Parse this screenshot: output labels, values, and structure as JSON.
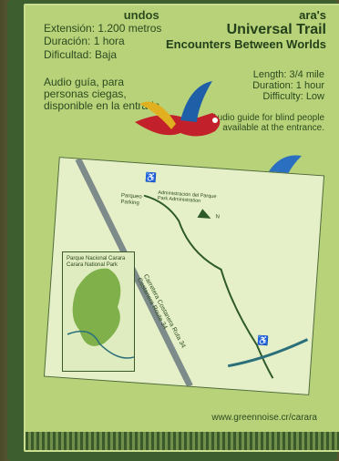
{
  "sign": {
    "spanish": {
      "title_fragment": "undos",
      "extension": "Extensión: 1.200 metros",
      "duration": "Duración: 1 hora",
      "difficulty": "Dificultad: Baja",
      "audio_line1": "Audio guía, para",
      "audio_line2": "personas ciegas,",
      "audio_line3": "disponible en la entrada."
    },
    "english": {
      "title_fragment": "ara's",
      "title_line1": "Universal Trail",
      "title_line2": "Encounters Between Worlds",
      "length": "Length: 3/4 mile",
      "duration": "Duration: 1 hour",
      "difficulty": "Difficulty: Low",
      "audio_line1": "Audio guide for blind people",
      "audio_line2": "available at the entrance."
    },
    "map": {
      "parking_es": "Parqueo",
      "parking_en": "Parking",
      "admin_es": "Administración del Parque",
      "admin_en": "Park Administration",
      "road_es": "Carretera Costanera Ruta 34",
      "road_en": "Costanera Route 34",
      "inset_es": "Parque Nacional Carara",
      "inset_en": "Carara National Park",
      "north": "N"
    },
    "url": "www.greennoise.cr/carara",
    "colors": {
      "sign_green": "#b8d27a",
      "text_green": "#2b4a1e",
      "map_bg": "#e6f0c8",
      "road": "#7d8b8a",
      "trail": "#2f5a2a",
      "river": "#2a6f7a"
    }
  }
}
